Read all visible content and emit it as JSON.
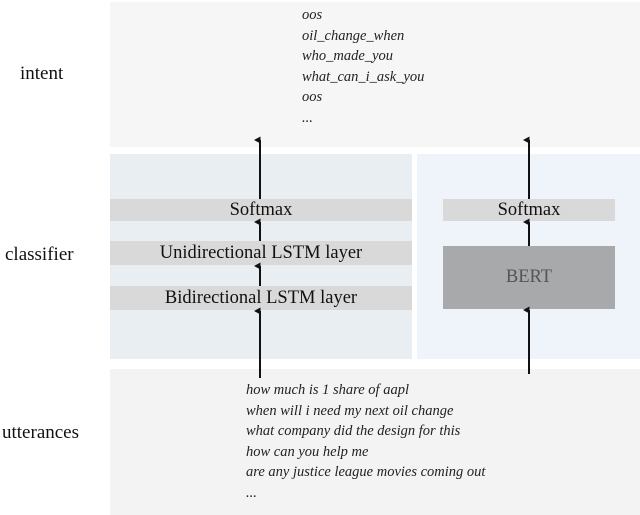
{
  "labels": {
    "intent": "intent",
    "classifier": "classifier",
    "utterances": "utterances"
  },
  "intents": [
    "oos",
    "oil_change_when",
    "who_made_you",
    "what_can_i_ask_you",
    "oos",
    "..."
  ],
  "lstm_model": {
    "softmax": "Softmax",
    "unidirectional": "Unidirectional LSTM layer",
    "bidirectional": "Bidirectional LSTM layer"
  },
  "bert_model": {
    "softmax": "Softmax",
    "bert": "BERT"
  },
  "utterances": [
    "how much is 1 share of aapl",
    "when will i need my next oil change",
    "what company did the design for this",
    "how can you help me",
    "are any justice league movies coming out",
    "..."
  ],
  "colors": {
    "intent_panel": "#f6f6f6",
    "utterance_panel": "#f3f3f3",
    "lstm_panel": "#e9eef3",
    "bert_panel": "#eef4f9",
    "layer_box": "#d9d9d9",
    "bert_box": "#a8a9aa",
    "bert_text": "#555555",
    "arrow": "#111111"
  }
}
